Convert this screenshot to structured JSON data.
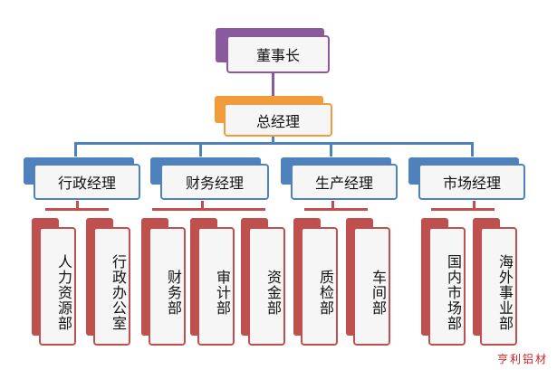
{
  "colors": {
    "chairman": "#8b5a9e",
    "gm": "#f29b3a",
    "manager": "#4f81bd",
    "department": "#c0504d",
    "watermark": "#cc2222"
  },
  "nodes": {
    "chairman": "董事长",
    "general_manager": "总经理",
    "managers": [
      "行政经理",
      "财务经理",
      "生产经理",
      "市场经理"
    ],
    "departments": [
      [
        "人力资源部",
        "行政办公室"
      ],
      [
        "财务部",
        "审计部",
        "资金部"
      ],
      [
        "质检部",
        "车间部"
      ],
      [
        "国内市场部",
        "海外事业部"
      ]
    ]
  },
  "watermark": "亨利铝材"
}
